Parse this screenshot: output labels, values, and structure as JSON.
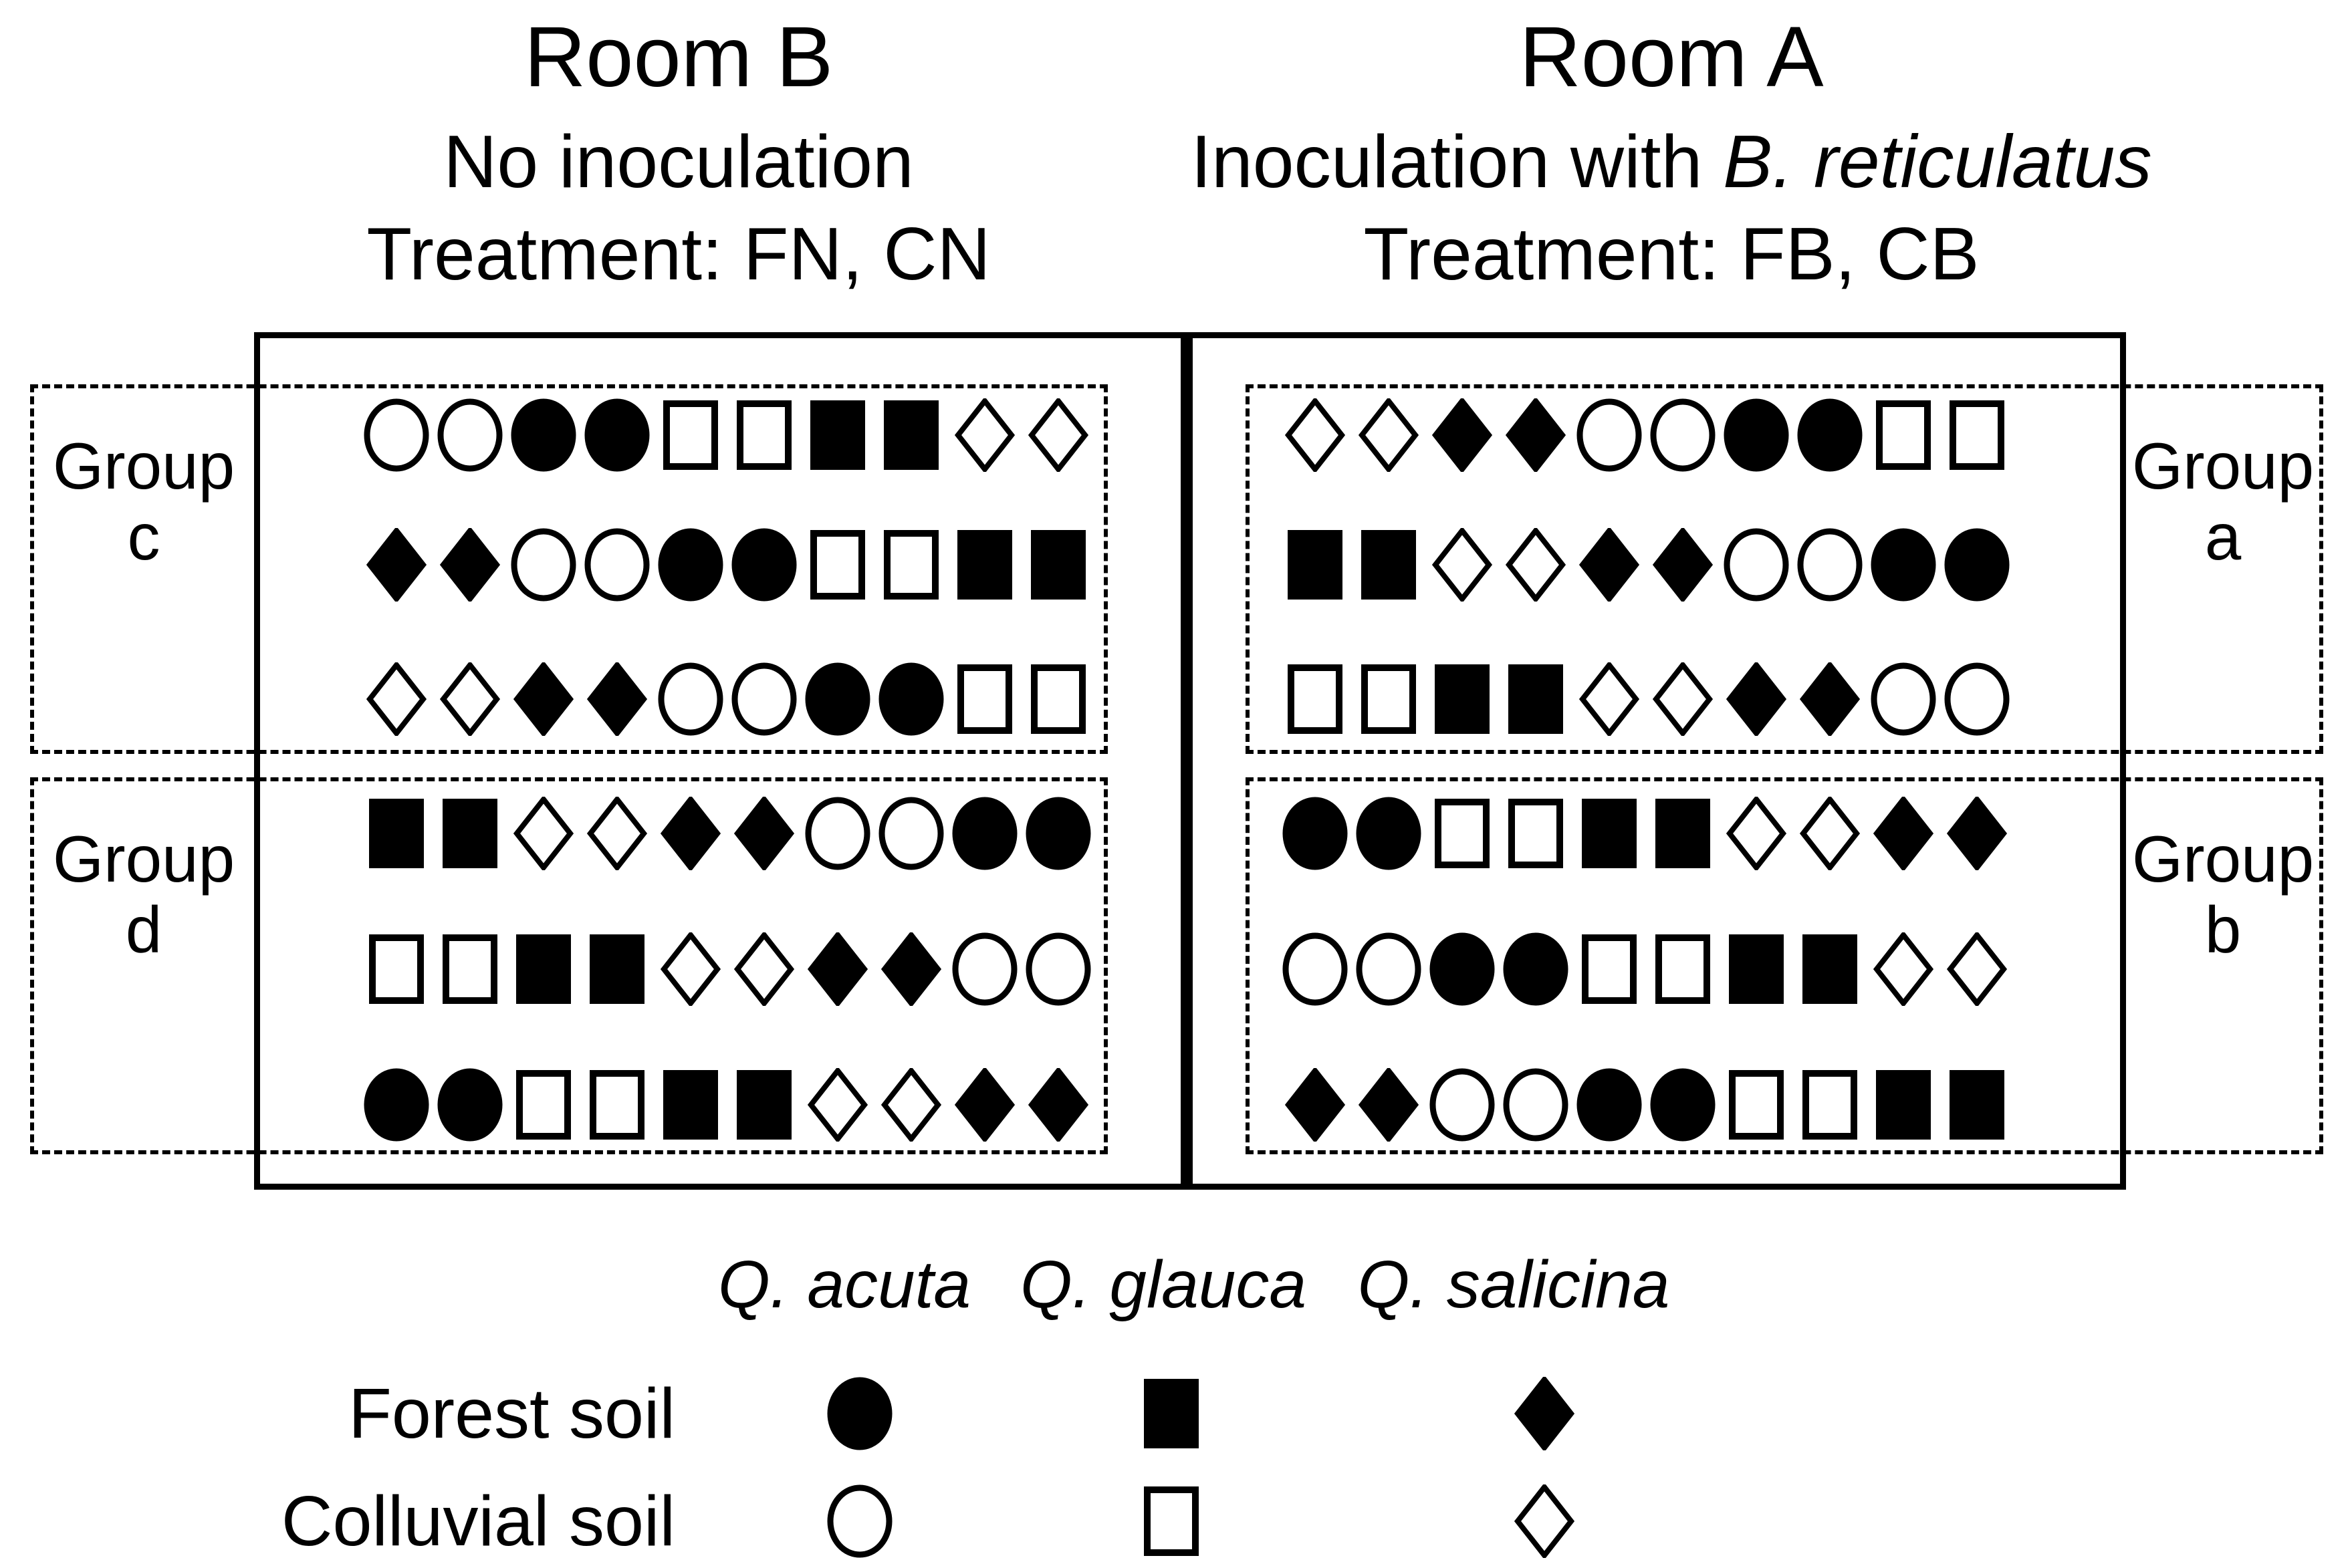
{
  "figure": {
    "type": "experimental-design-diagram",
    "description_note": "Greenhouse room layout with seedling arrangement symbols"
  },
  "rooms": {
    "left": {
      "title": "Room B",
      "subtitle_parts": [
        {
          "text": "No inoculation",
          "italic": false
        }
      ],
      "treatment": "Treatment: FN, CN"
    },
    "right": {
      "title": "Room A",
      "subtitle_parts": [
        {
          "text": "Inoculation with ",
          "italic": false
        },
        {
          "text": "B. reticulatus",
          "italic": true
        }
      ],
      "treatment": "Treatment: FB, CB"
    }
  },
  "groups": {
    "c": {
      "label_word": "Group",
      "label_letter": "c",
      "rows": [
        [
          "co",
          "co",
          "cf",
          "cf",
          "so",
          "so",
          "sf",
          "sf",
          "do",
          "do"
        ],
        [
          "df",
          "df",
          "co",
          "co",
          "cf",
          "cf",
          "so",
          "so",
          "sf",
          "sf"
        ],
        [
          "do",
          "do",
          "df",
          "df",
          "co",
          "co",
          "cf",
          "cf",
          "so",
          "so"
        ]
      ]
    },
    "d": {
      "label_word": "Group",
      "label_letter": "d",
      "rows": [
        [
          "sf",
          "sf",
          "do",
          "do",
          "df",
          "df",
          "co",
          "co",
          "cf",
          "cf"
        ],
        [
          "so",
          "so",
          "sf",
          "sf",
          "do",
          "do",
          "df",
          "df",
          "co",
          "co"
        ],
        [
          "cf",
          "cf",
          "so",
          "so",
          "sf",
          "sf",
          "do",
          "do",
          "df",
          "df"
        ]
      ]
    },
    "a": {
      "label_word": "Group",
      "label_letter": "a",
      "rows": [
        [
          "do",
          "do",
          "df",
          "df",
          "co",
          "co",
          "cf",
          "cf",
          "so",
          "so"
        ],
        [
          "sf",
          "sf",
          "do",
          "do",
          "df",
          "df",
          "co",
          "co",
          "cf",
          "cf"
        ],
        [
          "so",
          "so",
          "sf",
          "sf",
          "do",
          "do",
          "df",
          "df",
          "co",
          "co"
        ]
      ]
    },
    "b": {
      "label_word": "Group",
      "label_letter": "b",
      "rows": [
        [
          "cf",
          "cf",
          "so",
          "so",
          "sf",
          "sf",
          "do",
          "do",
          "df",
          "df"
        ],
        [
          "co",
          "co",
          "cf",
          "cf",
          "so",
          "so",
          "sf",
          "sf",
          "do",
          "do"
        ],
        [
          "df",
          "df",
          "co",
          "co",
          "cf",
          "cf",
          "so",
          "so",
          "sf",
          "sf"
        ]
      ]
    }
  },
  "legend": {
    "species": [
      "Q. acuta",
      "Q. glauca",
      "Q. salicina"
    ],
    "soil_rows": [
      {
        "label": "Forest soil",
        "markers": [
          "cf",
          "sf",
          "df"
        ]
      },
      {
        "label": "Colluvial soil",
        "markers": [
          "co",
          "so",
          "do"
        ]
      }
    ]
  },
  "marker_meaning": {
    "circle": "Q. acuta",
    "square": "Q. glauca",
    "diamond": "Q. salicina",
    "filled": "Forest soil",
    "open": "Colluvial soil"
  },
  "colors": {
    "ink": "#000000",
    "background": "#ffffff"
  }
}
